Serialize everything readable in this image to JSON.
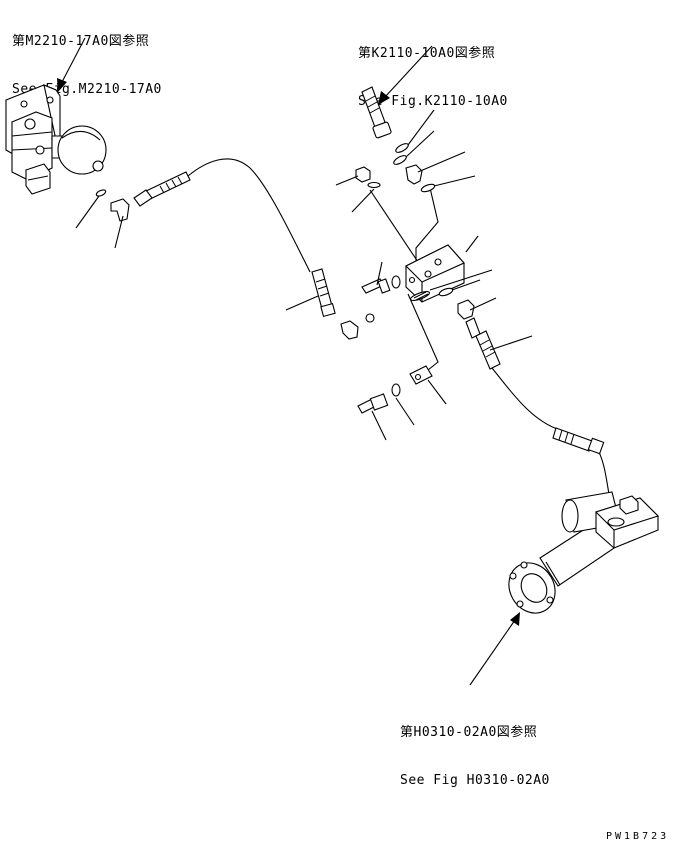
{
  "references": {
    "top_left": {
      "jp": "第M2210-17A0図参照",
      "en": "See Fig.M2210-17A0"
    },
    "top_right": {
      "jp": "第K2110-10A0図参照",
      "en": "See Fig.K2110-10A0"
    },
    "bottom": {
      "jp": "第H0310-02A0図参照",
      "en": "See Fig H0310-02A0"
    }
  },
  "drawing_code": "PW1B723"
}
